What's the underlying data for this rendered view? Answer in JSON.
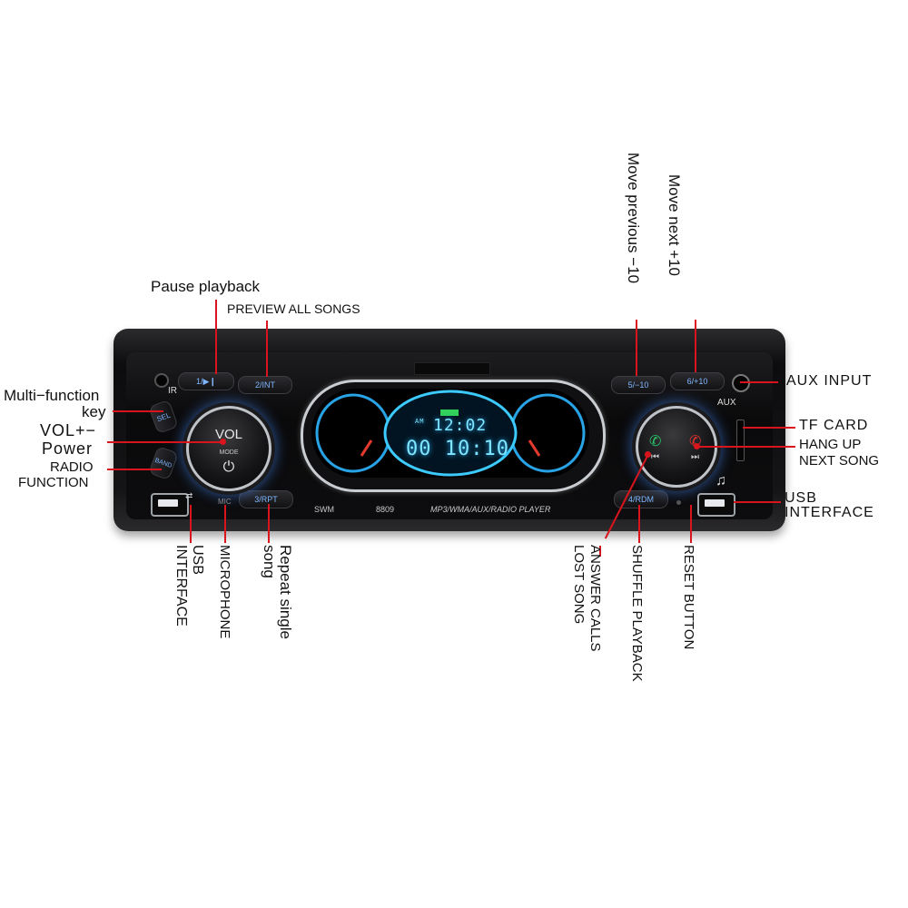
{
  "labels": {
    "pause_playback": "Pause playback",
    "preview_all_songs": "PREVIEW ALL SONGS",
    "move_previous": "Move previous −10",
    "move_next": "Move next +10",
    "aux_input": "AUX INPUT",
    "tf_card": "TF CARD",
    "hang_up_1": "HANG UP",
    "hang_up_2": "NEXT SONG",
    "usb_right_1": "USB",
    "usb_right_2": "INTERFACE",
    "multi_function_1": "Multi−function",
    "multi_function_2": "key",
    "vol_1": "VOL+−",
    "vol_2": "Power",
    "radio_1": "RADIO",
    "radio_2": "FUNCTION",
    "usb_left_1": "USB",
    "usb_left_2": "INTERFACE",
    "microphone": "MICROPHONE",
    "repeat_1": "Repeat single",
    "repeat_2": "song",
    "answer_1": "ANSWER CALLS",
    "answer_2": "LOST SONG",
    "shuffle": "SHUFFLE PLAYBACK",
    "reset": "RESET BUTTON"
  },
  "device": {
    "btn1": "1/▶❙",
    "btn2": "2/INT",
    "btn3": "3/RPT",
    "btn4": "4/RDM",
    "btn5": "5/−10",
    "btn6": "6/+10",
    "sel": "SEL",
    "band": "BAND",
    "ir": "IR",
    "mic": "MIC",
    "aux": "AUX",
    "vol": "VOL",
    "mode": "MODE",
    "power_glyph": "⏻",
    "brand": "SWM",
    "model": "8809",
    "formats": "MP3/WMA/AUX/RADIO PLAYER",
    "clock": "12:02",
    "frequency": "00 10:10",
    "am": "AM",
    "music_glyph": "♫"
  },
  "colors": {
    "accent": "#d8141c",
    "lcd": "#7fe6ff",
    "button_text": "#7fb6ff"
  },
  "icons": [
    "power-icon",
    "music-note-icon",
    "phone-answer-icon",
    "phone-hangup-icon",
    "prev-track-icon",
    "next-track-icon"
  ]
}
